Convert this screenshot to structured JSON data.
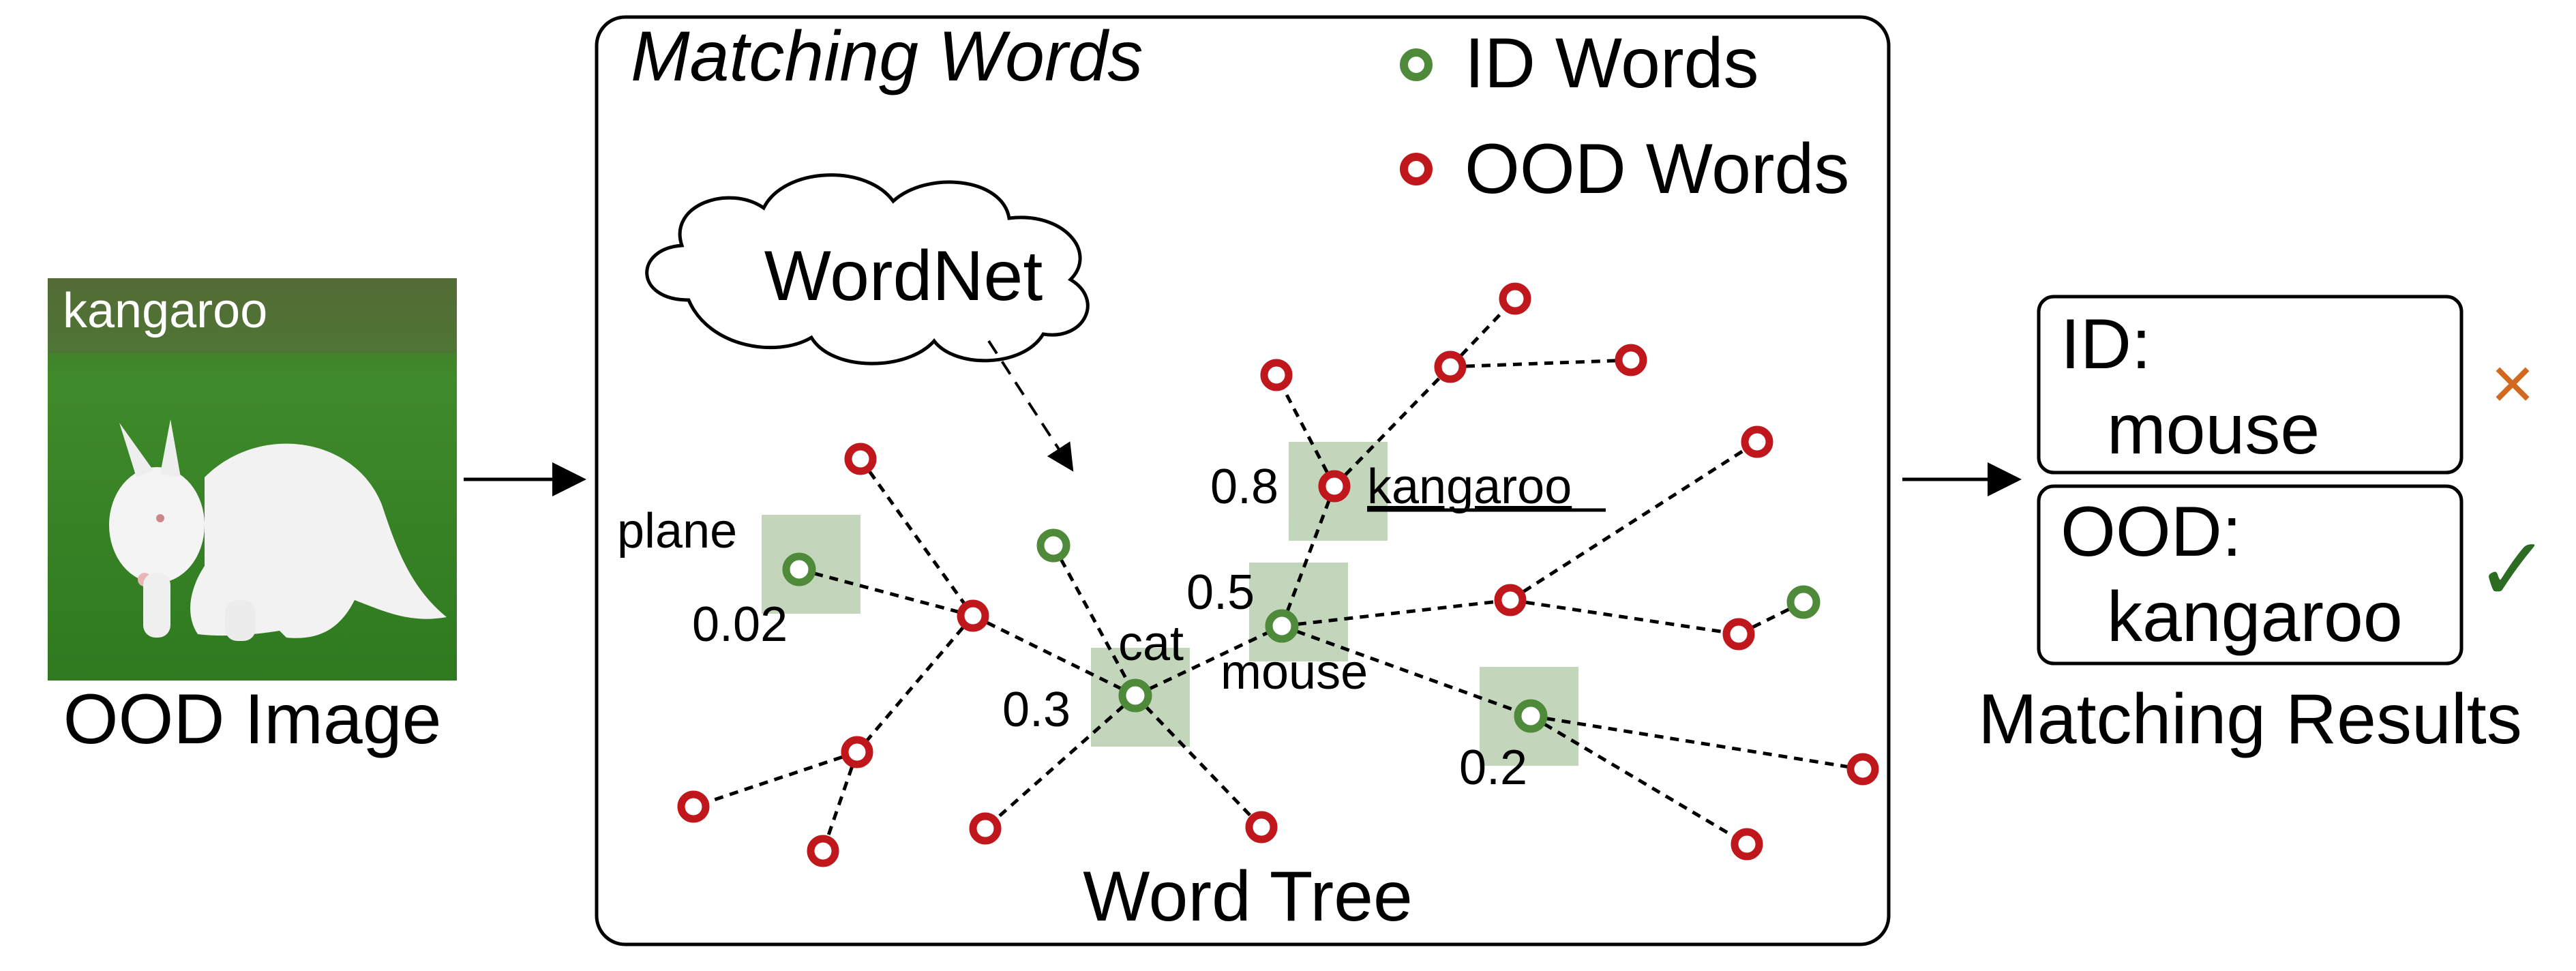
{
  "image_panel": {
    "image_label": "kangaroo",
    "caption": "OOD Image"
  },
  "matching_panel": {
    "title": "Matching Words",
    "legend": {
      "id_label": "ID Words",
      "ood_label": "OOD Words"
    },
    "wordnet_label": "WordNet",
    "tree_caption": "Word Tree",
    "node_labels": {
      "plane": "plane",
      "plane_score": "0.02",
      "cat": "cat",
      "cat_score": "0.3",
      "mouse": "mouse",
      "mouse_score": "0.5",
      "kangaroo": "kangaroo",
      "kangaroo_score": "0.8",
      "right_score": "0.2"
    }
  },
  "results_panel": {
    "id_heading": "ID:",
    "id_word": "mouse",
    "ood_heading": "OOD:",
    "ood_word": "kangaroo",
    "caption": "Matching Results",
    "wrong_mark": "×",
    "right_mark": "✓"
  },
  "colors": {
    "id_node": "#4e8a3a",
    "ood_node": "#c0171c",
    "cross": "#d2691e",
    "check": "#2e6b22",
    "grass": "#3f8a2a",
    "thumb": "#b8cfb0"
  }
}
